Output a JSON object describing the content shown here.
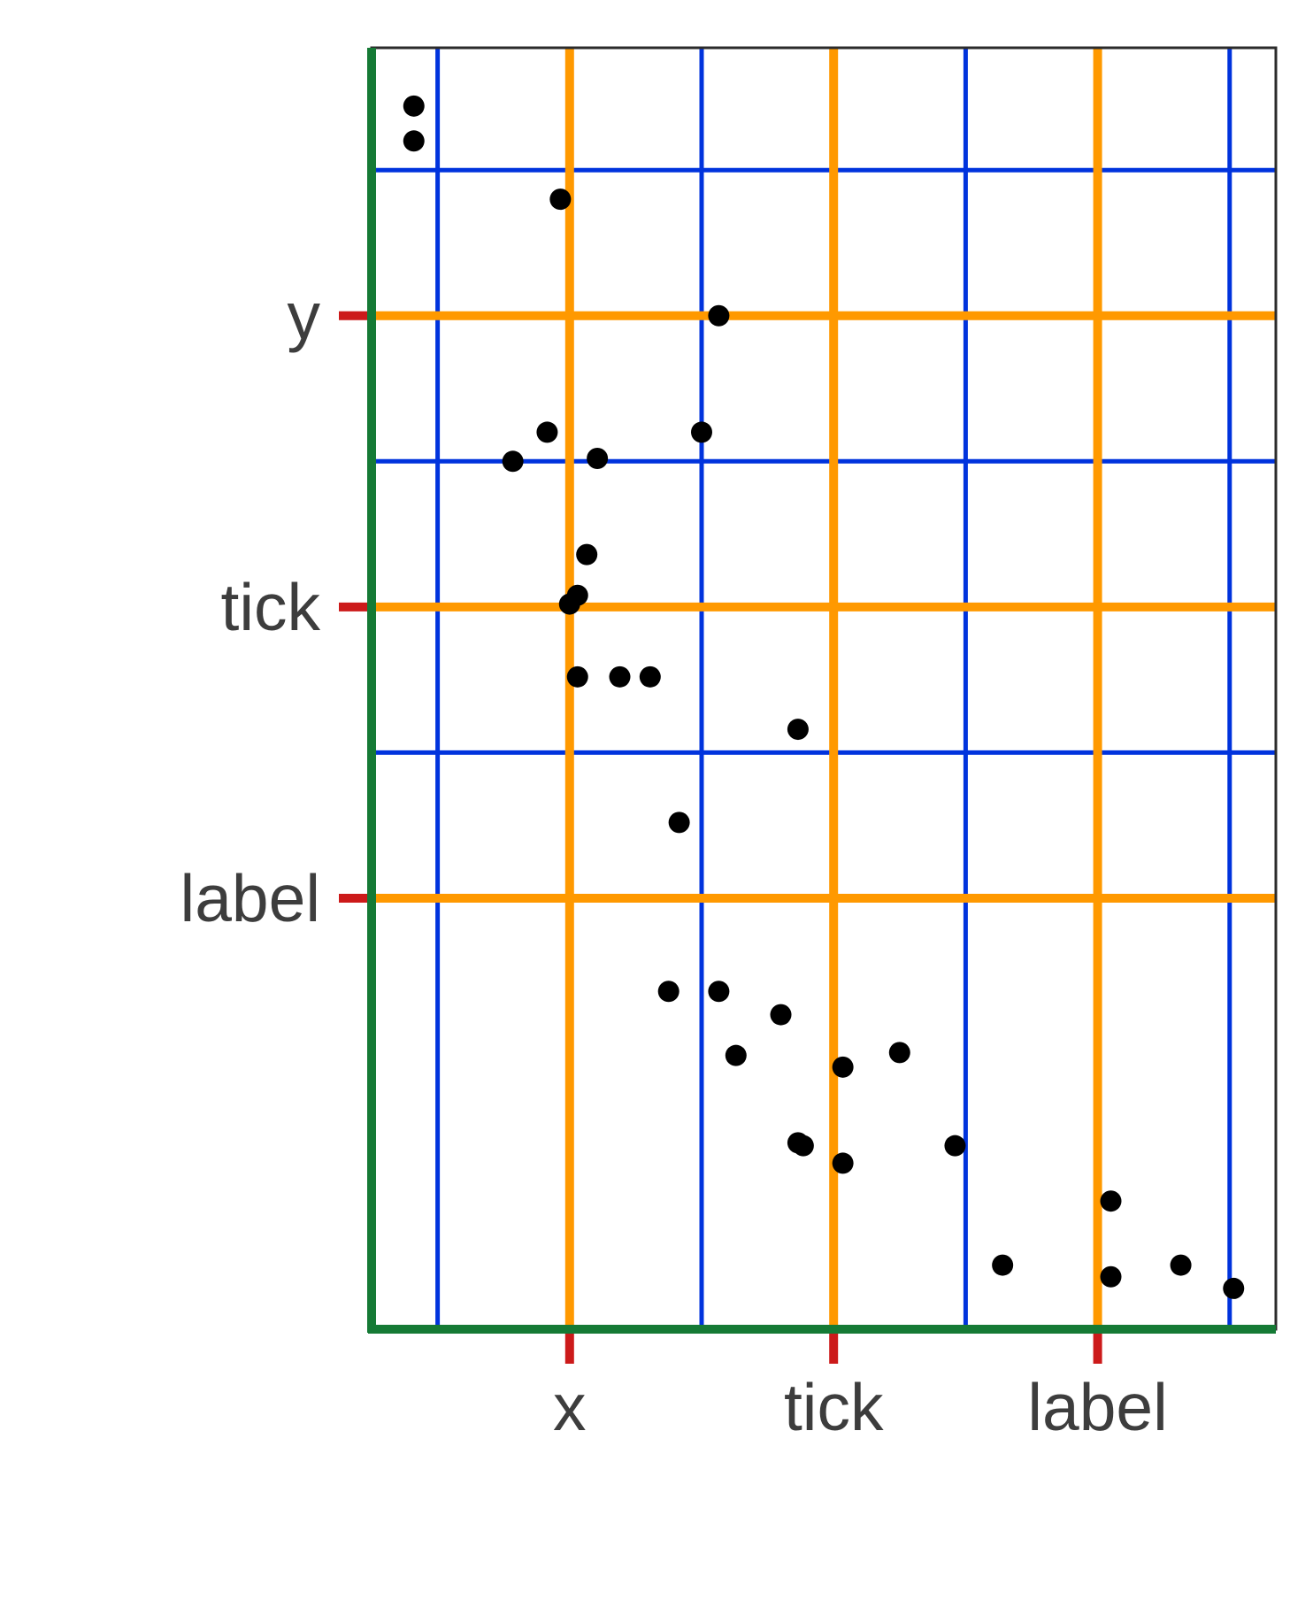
{
  "chart_data": {
    "type": "scatter",
    "title": "",
    "xlabel": "",
    "ylabel": "",
    "x_ticks": [
      {
        "value": 2,
        "label": "x"
      },
      {
        "value": 4,
        "label": "tick"
      },
      {
        "value": 6,
        "label": "label"
      }
    ],
    "y_ticks": [
      {
        "value": 20,
        "label": "y"
      },
      {
        "value": 15,
        "label": "tick"
      },
      {
        "value": 10,
        "label": "label"
      }
    ],
    "x_minor_gridlines": [
      1,
      3,
      5,
      7
    ],
    "y_minor_gridlines": [
      12.5,
      17.5,
      22.5
    ],
    "xlim": [
      0.5,
      7.35
    ],
    "ylim": [
      2.6,
      24.6
    ],
    "points": [
      {
        "x": 0.82,
        "y": 23.6
      },
      {
        "x": 0.82,
        "y": 23.0
      },
      {
        "x": 1.93,
        "y": 22.0
      },
      {
        "x": 3.13,
        "y": 20.0
      },
      {
        "x": 1.83,
        "y": 18.0
      },
      {
        "x": 1.57,
        "y": 17.5
      },
      {
        "x": 2.21,
        "y": 17.55
      },
      {
        "x": 3.0,
        "y": 18.0
      },
      {
        "x": 2.13,
        "y": 15.9
      },
      {
        "x": 2.06,
        "y": 15.2
      },
      {
        "x": 2.0,
        "y": 15.05
      },
      {
        "x": 2.06,
        "y": 13.8
      },
      {
        "x": 2.38,
        "y": 13.8
      },
      {
        "x": 2.61,
        "y": 13.8
      },
      {
        "x": 3.73,
        "y": 12.9
      },
      {
        "x": 2.83,
        "y": 11.3
      },
      {
        "x": 2.75,
        "y": 8.4
      },
      {
        "x": 3.13,
        "y": 8.4
      },
      {
        "x": 3.6,
        "y": 8.0
      },
      {
        "x": 3.26,
        "y": 7.3
      },
      {
        "x": 4.07,
        "y": 7.1
      },
      {
        "x": 4.5,
        "y": 7.35
      },
      {
        "x": 3.73,
        "y": 5.8
      },
      {
        "x": 3.77,
        "y": 5.75
      },
      {
        "x": 4.07,
        "y": 5.45
      },
      {
        "x": 4.92,
        "y": 5.75
      },
      {
        "x": 5.28,
        "y": 3.7
      },
      {
        "x": 6.1,
        "y": 4.8
      },
      {
        "x": 6.1,
        "y": 3.5
      },
      {
        "x": 6.63,
        "y": 3.7
      },
      {
        "x": 7.03,
        "y": 3.3
      }
    ],
    "colors": {
      "major_grid": "#ff9900",
      "minor_grid": "#0033dd",
      "axis_line": "#157a35",
      "tick_mark": "#cc1a1a",
      "panel_border": "#2b2b2b",
      "point": "#000000",
      "tick_text": "#3d3d3d"
    },
    "grid": true,
    "legend": "none"
  }
}
